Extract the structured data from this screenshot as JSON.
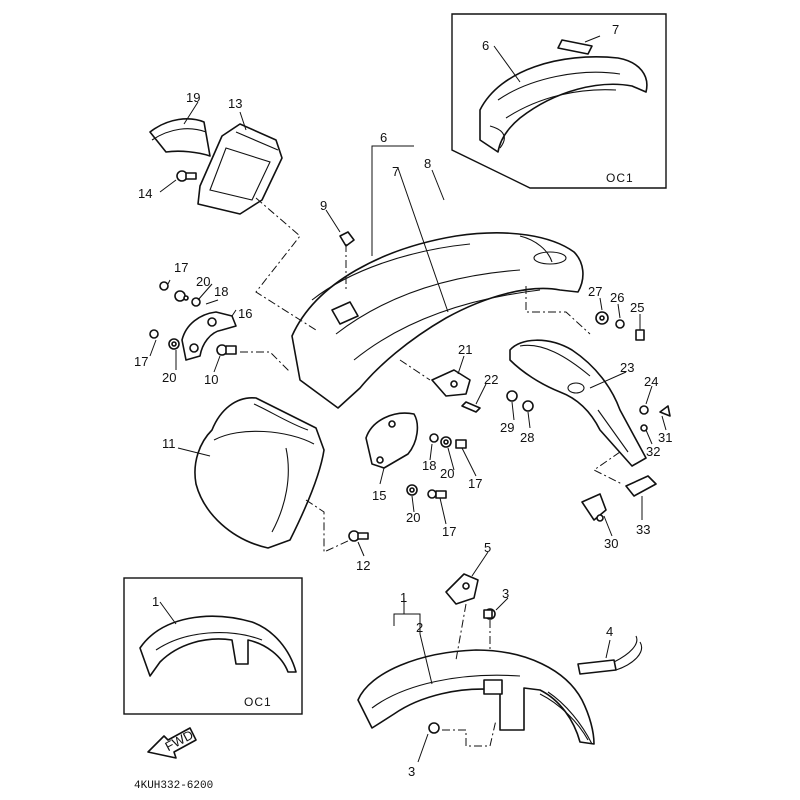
{
  "diagram": {
    "code": "4KUH332-6200",
    "inset_label": "OC1",
    "fwd_label": "FWD",
    "callouts": {
      "c1": "1",
      "c1_inset": "1",
      "c2": "2",
      "c3_top": "3",
      "c3_bottom": "3",
      "c4": "4",
      "c5": "5",
      "c6": "6",
      "c6_inset": "6",
      "c7": "7",
      "c7_inset": "7",
      "c8": "8",
      "c9": "9",
      "c10": "10",
      "c11": "11",
      "c12": "12",
      "c13": "13",
      "c14": "14",
      "c15": "15",
      "c16": "16",
      "c17_a": "17",
      "c17_b": "17",
      "c17_c": "17",
      "c17_d": "17",
      "c18_a": "18",
      "c18_b": "18",
      "c19": "19",
      "c20_a": "20",
      "c20_b": "20",
      "c20_c": "20",
      "c20_d": "20",
      "c21": "21",
      "c22": "22",
      "c23": "23",
      "c24": "24",
      "c25": "25",
      "c26": "26",
      "c27": "27",
      "c28": "28",
      "c29": "29",
      "c30": "30",
      "c31": "31",
      "c32": "32",
      "c33": "33"
    }
  }
}
